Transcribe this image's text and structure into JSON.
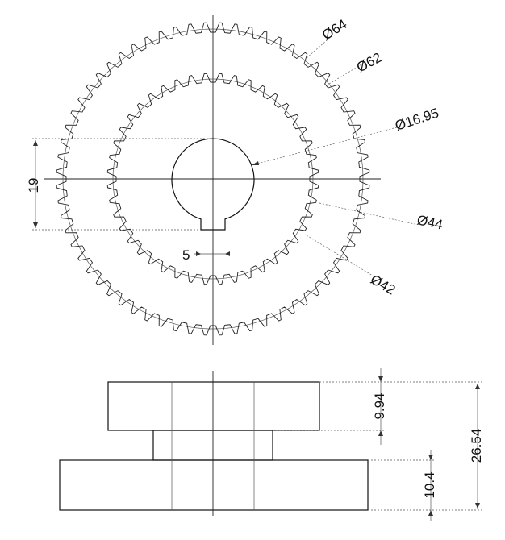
{
  "front_view": {
    "dim_outer_tip": "Ø64",
    "dim_outer_root": "Ø62",
    "dim_bore": "Ø16.95",
    "dim_inner_tip": "Ø44",
    "dim_inner_root": "Ø42",
    "dim_key_height": "19",
    "dim_key_width": "5"
  },
  "side_view": {
    "dim_large_height": "10.4",
    "dim_small_height": "9.94",
    "dim_total_height": "26.54"
  }
}
